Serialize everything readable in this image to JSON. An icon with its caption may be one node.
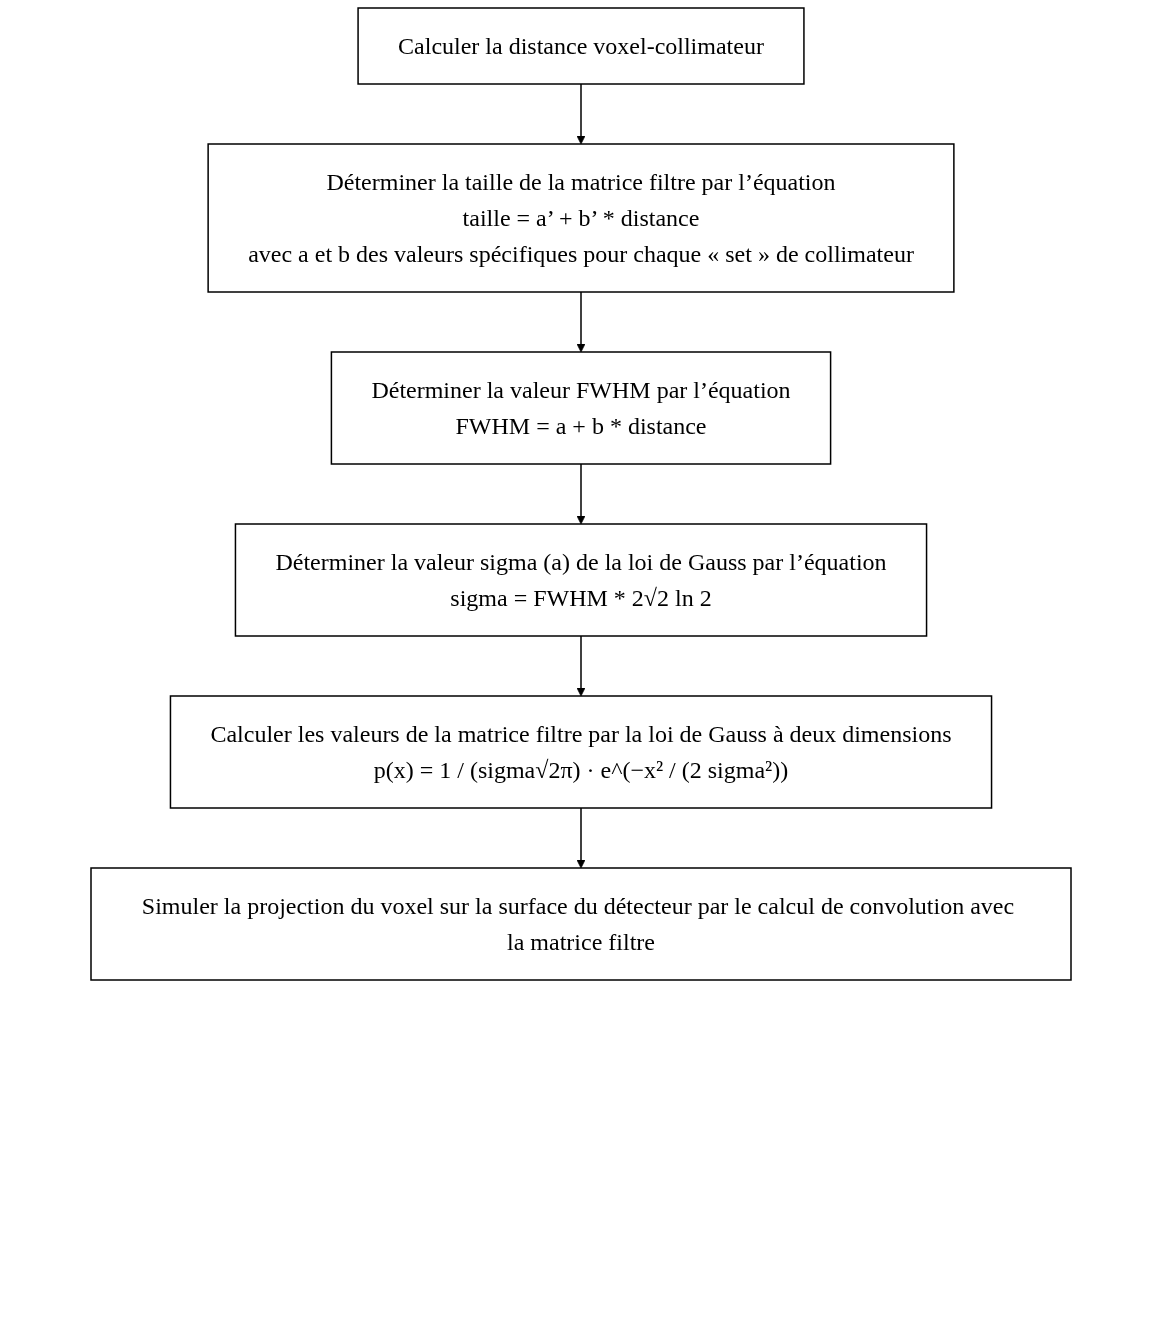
{
  "diagram": {
    "nodes": [
      {
        "text": [
          "Calculer la distance voxel-collimateur"
        ]
      },
      {
        "text": [
          "Déterminer la taille de la matrice filtre par l’équation",
          "taille = a’ + b’ * distance",
          "avec a et b des valeurs spécifiques pour chaque « set » de collimateur"
        ]
      },
      {
        "text": [
          "Déterminer la valeur FWHM par l’équation",
          "FWHM = a + b * distance"
        ]
      },
      {
        "text": [
          "Déterminer la valeur sigma (a) de la loi de Gauss par l’équation",
          "sigma = FWHM * 2√2 ln 2"
        ]
      },
      {
        "text": [
          "Calculer les valeurs de la matrice filtre par la loi de Gauss à deux dimensions",
          "p(x) = 1 / (sigma√2π) · e^(−x² / (2 sigma²))"
        ]
      },
      {
        "text": [
          "Simuler la projection du voxel sur la surface du détecteur par le calcul de convolution avec la matrice filtre"
        ]
      }
    ],
    "edges": [
      {
        "from": 0,
        "to": 1,
        "arrow": "to"
      },
      {
        "from": 1,
        "to": 2,
        "arrow": "to"
      },
      {
        "from": 2,
        "to": 3,
        "arrow": "to"
      },
      {
        "from": 3,
        "to": 4,
        "arrow": "to"
      },
      {
        "from": 4,
        "to": 5,
        "arrow": "to"
      }
    ]
  }
}
